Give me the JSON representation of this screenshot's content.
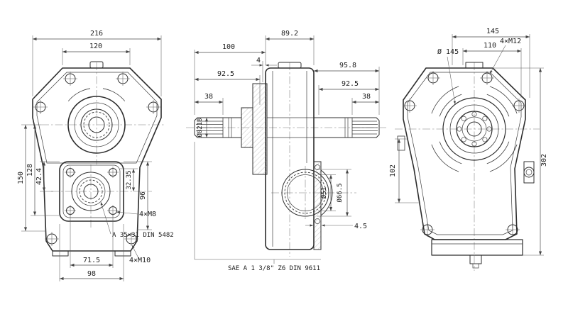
{
  "drawing": {
    "kind": "gearbox orthographic technical drawing",
    "views": {
      "front": {
        "dims": {
          "overall_width": "216",
          "top_width": "120",
          "height_total": "150",
          "height_mid": "128",
          "height_upper": "42.4",
          "offset_lower": "32.35",
          "flange_height": "96",
          "bolts_m8": "4×M8",
          "spline_spec": "A 35×31 DIN 5482",
          "bolts_m10": "4×M10",
          "bolt_spacing": "71.5",
          "bottom_width": "98"
        }
      },
      "side": {
        "dims": {
          "body_width": "89.2",
          "shaft_length": "100",
          "gap": "4",
          "left_span": "92.5",
          "right_total": "95.8",
          "right_span": "92.5",
          "spline_left": "38",
          "spline_right": "38",
          "shaft_dia_label": "Ø8218",
          "gear_inner_dia": "Ø51",
          "gear_outer_dia": "Ø66.5",
          "cover_thickness": "4.5",
          "sae_spec": "SAE A 1 3/8\" Z6 DIN 9611"
        }
      },
      "rear": {
        "dims": {
          "top_width": "145",
          "top_width_inner": "110",
          "bolts_m12": "4×M12",
          "bore_dia": "Ø 145",
          "lower_height": "102",
          "overall_height": "302"
        }
      }
    }
  }
}
